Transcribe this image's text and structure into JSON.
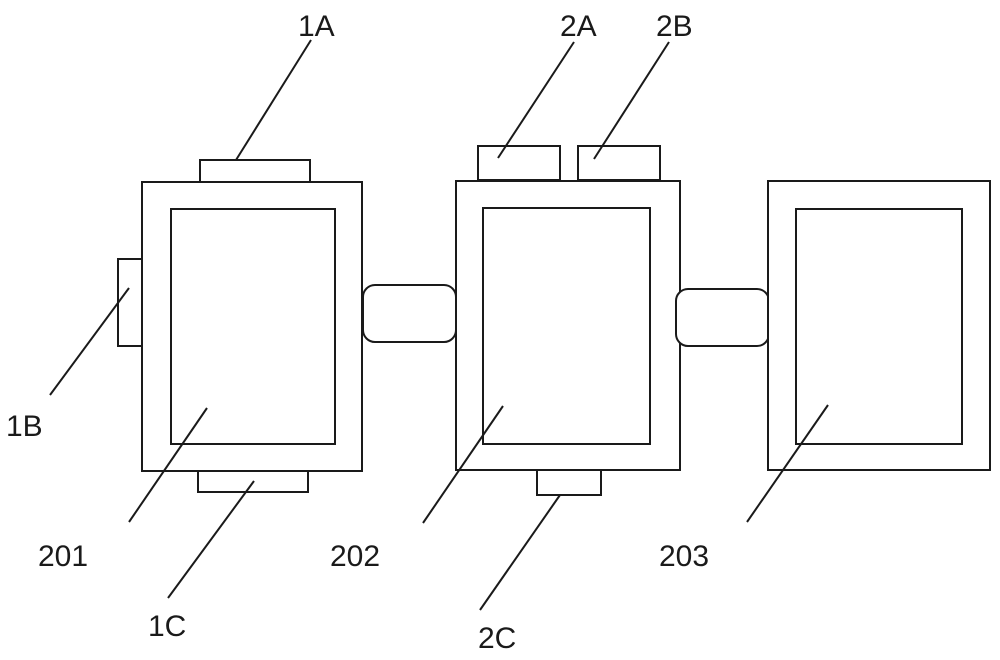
{
  "diagram": {
    "labels": {
      "l_1A": "1A",
      "l_1B": "1B",
      "l_1C": "1C",
      "l_2A": "2A",
      "l_2B": "2B",
      "l_2C": "2C",
      "l_201": "201",
      "l_202": "202",
      "l_203": "203"
    },
    "colors": {
      "stroke": "#1a1a1a",
      "background": "#ffffff"
    }
  }
}
